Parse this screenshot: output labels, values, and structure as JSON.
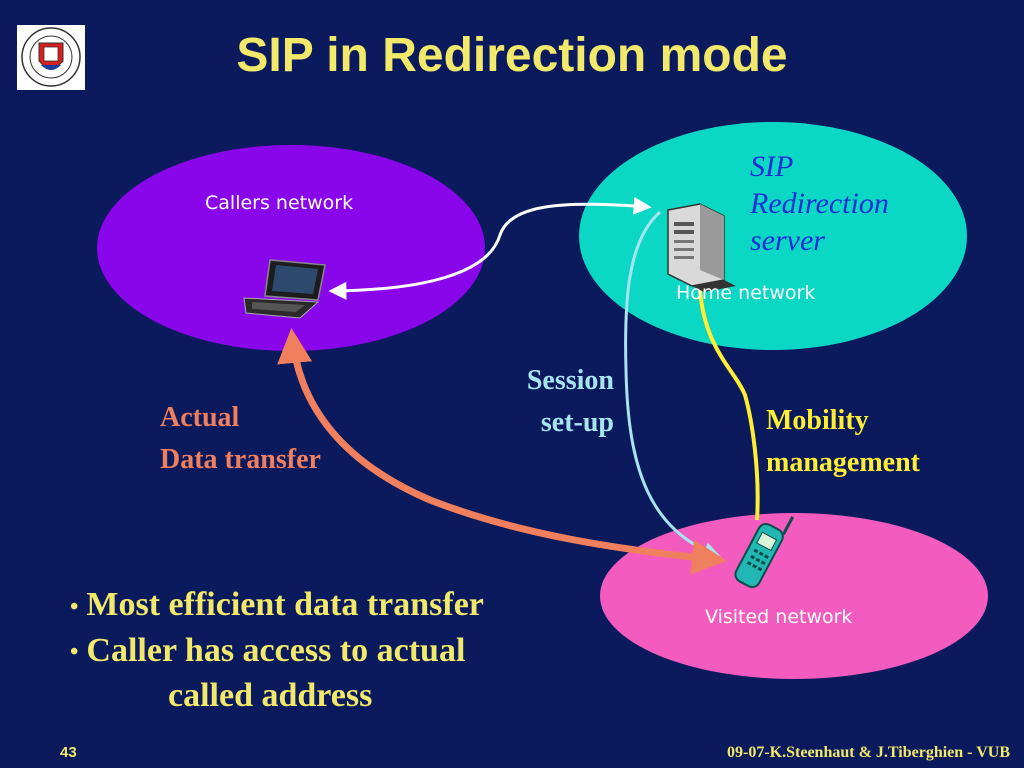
{
  "slide": {
    "title": "SIP in Redirection mode",
    "page_number": "43",
    "footer_text": "09-07-K.Steenhaut & J.Tiberghien - VUB"
  },
  "networks": {
    "callers": "Callers network",
    "home": "Home network",
    "visited": "Visited network"
  },
  "server_label": {
    "line1": "SIP",
    "line2": "Redirection",
    "line3": "server"
  },
  "labels": {
    "actual_line1": "Actual",
    "actual_line2": "Data transfer",
    "session_line1": "Session",
    "session_line2": "set-up",
    "mobility_line1": "Mobility",
    "mobility_line2": "management"
  },
  "bullets": {
    "item1": "Most efficient data transfer",
    "item2": "Caller has access to actual",
    "item2_cont": "called address"
  },
  "colors": {
    "background": "#0b1a5c",
    "title": "#f2e96a",
    "callers_network": "#8a06ea",
    "home_network": "#0bd8c4",
    "visited_network": "#f35cbe",
    "data_transfer_arrow": "#f07f5d",
    "session_arrow": "#a8e4ef",
    "mobility_arrow": "#ffee33",
    "server_label": "#1a2ed6"
  },
  "icons": {
    "logo": "university-crest-icon",
    "laptop": "laptop-icon",
    "server": "server-tower-icon",
    "phone": "mobile-phone-icon"
  }
}
